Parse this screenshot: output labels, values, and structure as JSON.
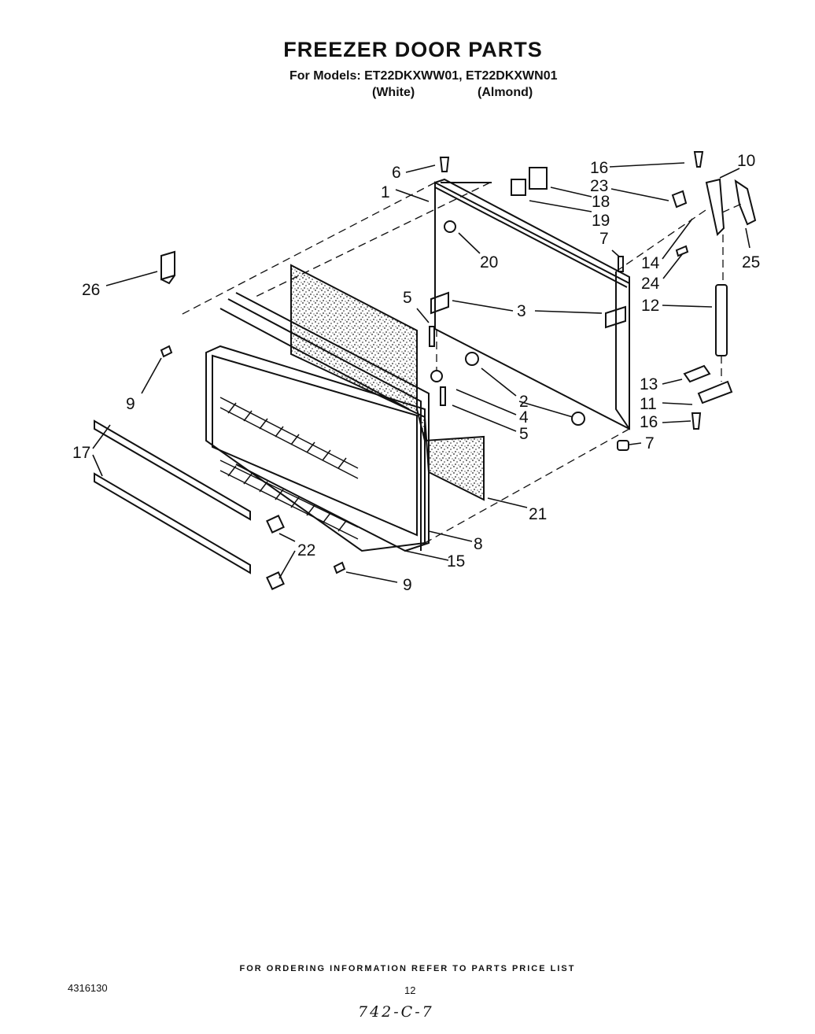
{
  "header": {
    "title": "FREEZER DOOR PARTS",
    "models_line": "For Models: ET22DKXWW01, ET22DKXWN01",
    "variant_white": "(White)",
    "variant_almond": "(Almond)"
  },
  "callouts": [
    "1",
    "2",
    "3",
    "4",
    "5",
    "5",
    "6",
    "7",
    "7",
    "8",
    "9",
    "9",
    "10",
    "11",
    "12",
    "13",
    "14",
    "15",
    "16",
    "16",
    "17",
    "18",
    "19",
    "20",
    "21",
    "22",
    "23",
    "24",
    "25",
    "26"
  ],
  "footer": {
    "ordering_note": "FOR ORDERING INFORMATION REFER TO PARTS PRICE LIST",
    "document_number": "4316130",
    "page_number": "12",
    "handwritten_note": "742-C-7"
  }
}
